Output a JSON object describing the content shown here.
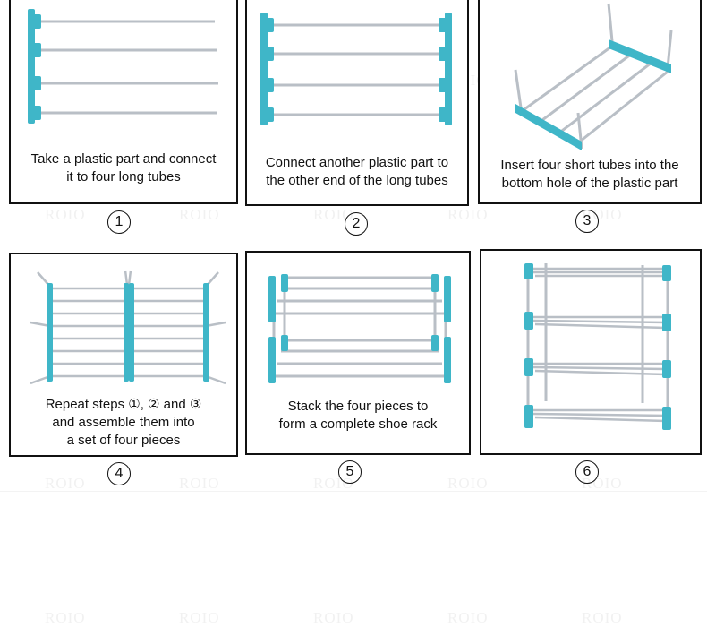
{
  "watermark": "ROIO",
  "steps": [
    {
      "number": "1",
      "caption_lines": [
        "Take a plastic part and connect",
        "it to four long tubes"
      ]
    },
    {
      "number": "2",
      "caption_lines": [
        "Connect another plastic part to",
        "the other end of the long tubes"
      ]
    },
    {
      "number": "3",
      "caption_lines": [
        "Insert four short tubes into the",
        "bottom hole of the plastic part"
      ]
    },
    {
      "number": "4",
      "caption_lines": [
        "Repeat steps ①, ② and ③",
        "and assemble them into",
        "a set of four pieces"
      ]
    },
    {
      "number": "5",
      "caption_lines": [
        "Stack the four pieces to",
        "form a complete shoe rack"
      ]
    },
    {
      "number": "6",
      "caption_lines": []
    }
  ],
  "colors": {
    "plastic": "#3fb6c8",
    "tube": "#b9bfc6",
    "border": "#111111"
  }
}
